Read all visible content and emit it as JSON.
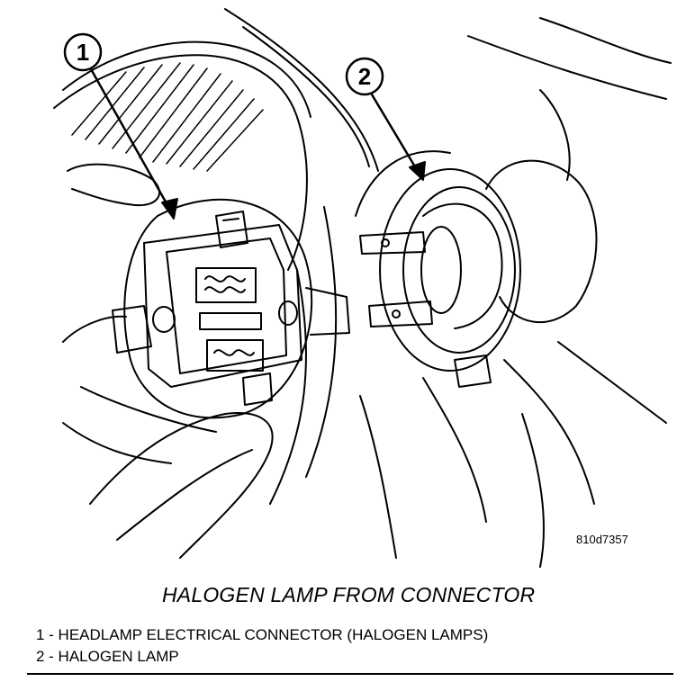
{
  "figure": {
    "reference_code": "810d7357",
    "callouts": [
      {
        "number": "1"
      },
      {
        "number": "2"
      }
    ]
  },
  "caption": {
    "title": "HALOGEN LAMP FROM CONNECTOR",
    "legend": [
      "1 - HEADLAMP ELECTRICAL CONNECTOR (HALOGEN LAMPS)",
      "2 - HALOGEN LAMP"
    ]
  }
}
